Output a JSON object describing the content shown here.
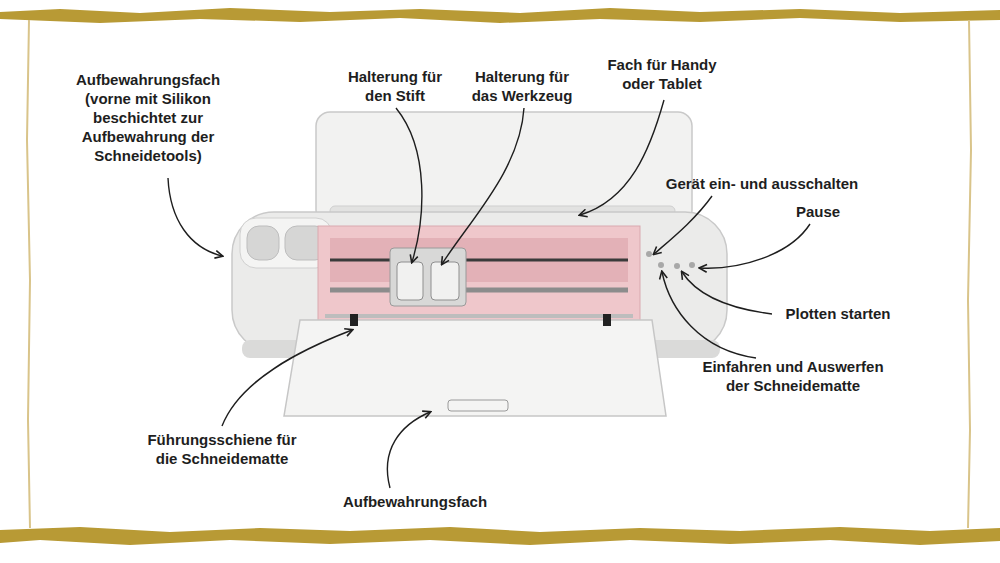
{
  "diagram": {
    "labels": [
      "Aufbewahrungsfach (vorne mit Silikon beschichtet zur Aufbewahrung der Schneidetools)",
      "Halterung für den Stift",
      "Halterung für das Werkzeug",
      "Fach für Handy oder Tablet",
      "Gerät ein- und ausschalten",
      "Pause",
      "Plotten starten",
      "Einfahren und Auswerfen der Schneidematte",
      "Führungsschiene für die Schneidematte",
      "Aufbewahrungsfach"
    ]
  }
}
